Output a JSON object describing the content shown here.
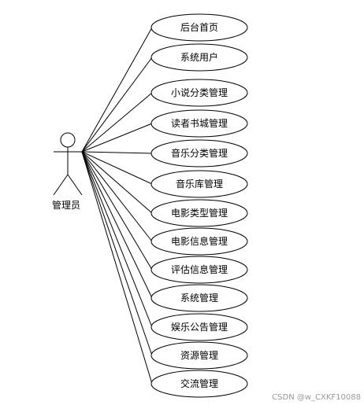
{
  "actor": {
    "label": "管理员"
  },
  "use_cases": [
    {
      "label": "后台首页"
    },
    {
      "label": "系统用户"
    },
    {
      "label": "小说分类管理"
    },
    {
      "label": "读者书城管理"
    },
    {
      "label": "音乐分类管理"
    },
    {
      "label": "音乐库管理"
    },
    {
      "label": "电影类型管理"
    },
    {
      "label": "电影信息管理"
    },
    {
      "label": "评估信息管理"
    },
    {
      "label": "系统管理"
    },
    {
      "label": "娱乐公告管理"
    },
    {
      "label": "资源管理"
    },
    {
      "label": "交流管理"
    }
  ],
  "watermark": {
    "text": "CSDN @w_CXKF10088"
  }
}
